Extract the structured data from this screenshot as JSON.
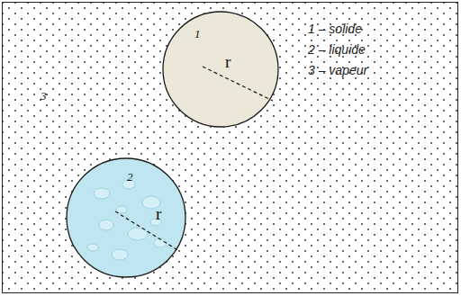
{
  "diagram": {
    "nodes": [
      {
        "text": [
          "3"
        ]
      },
      {
        "text": [
          "1",
          "r"
        ],
        "in": 0
      },
      {
        "text": [
          "2",
          "r"
        ],
        "in": 0
      }
    ],
    "labels": [
      "1 – solide",
      "2 – liquide",
      "3 – vapeur"
    ]
  }
}
